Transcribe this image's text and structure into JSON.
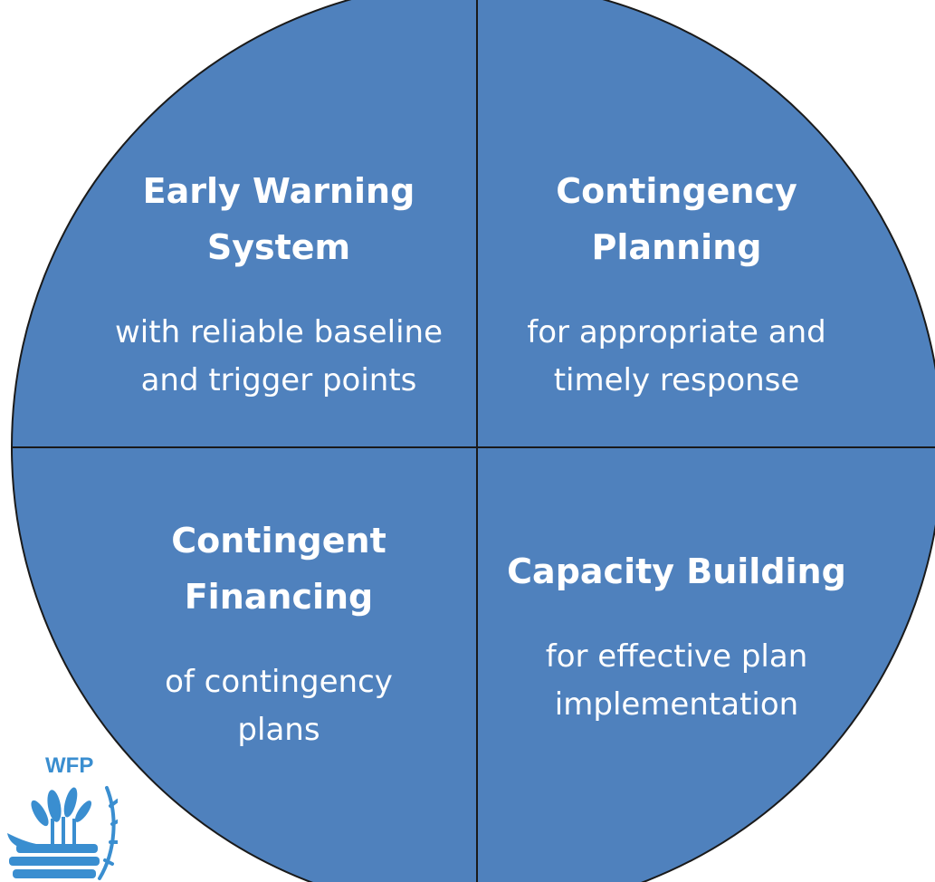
{
  "colors": {
    "circle_fill": "#4f81bd",
    "outline": "#1a1a1a",
    "text": "#ffffff",
    "logo": "#3a8ed0"
  },
  "quadrants": [
    {
      "id": "top-left",
      "title_line1": "Early Warning",
      "title_line2": "System",
      "desc_line1": "with reliable baseline",
      "desc_line2": "and trigger points"
    },
    {
      "id": "top-right",
      "title_line1": "Contingency",
      "title_line2": "Planning",
      "desc_line1": "for appropriate and",
      "desc_line2": "timely response"
    },
    {
      "id": "bottom-left",
      "title_line1": "Contingent",
      "title_line2": "Financing",
      "desc_line1": "of contingency",
      "desc_line2": "plans"
    },
    {
      "id": "bottom-right",
      "title_line1": "Capacity Building",
      "desc_line1": "for effective plan",
      "desc_line2": "implementation"
    }
  ],
  "logo": {
    "text": "WFP",
    "icon": "wfp-wheat-hands-icon"
  }
}
